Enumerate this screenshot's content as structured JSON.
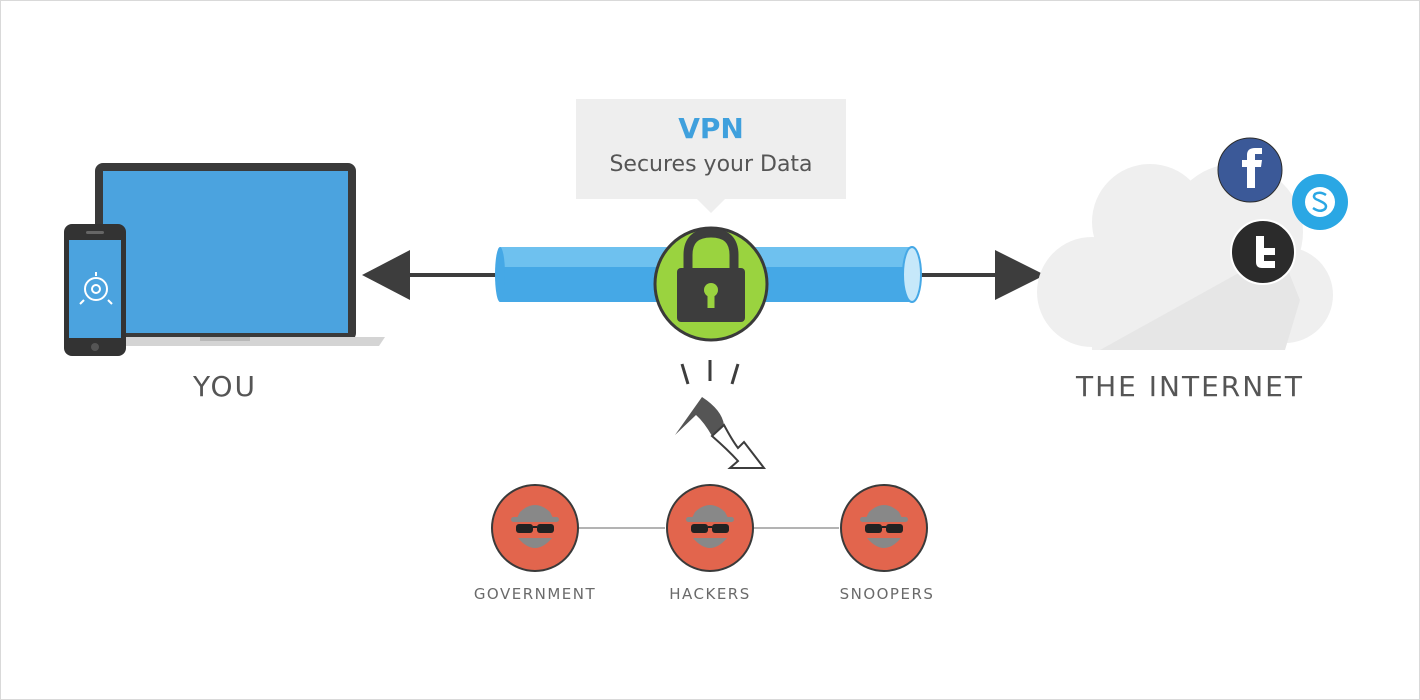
{
  "vpn": {
    "title": "VPN",
    "subtitle": "Secures your Data"
  },
  "nodes": {
    "you_label": "YOU",
    "internet_label": "THE INTERNET"
  },
  "threats": [
    {
      "label": "GOVERNMENT"
    },
    {
      "label": "HACKERS"
    },
    {
      "label": "SNOOPERS"
    }
  ],
  "social_icons": [
    "facebook-icon",
    "skype-icon",
    "twitter-icon"
  ],
  "colors": {
    "tunnel": "#4eaee6",
    "lock_bg": "#9ad33f",
    "threat_bg": "#e2654d",
    "screen": "#4ba3df",
    "facebook": "#3b5998",
    "skype": "#2aa7e4",
    "twitter": "#2b2b2b",
    "cloud": "#efefef",
    "arrow": "#3d3d3d"
  }
}
